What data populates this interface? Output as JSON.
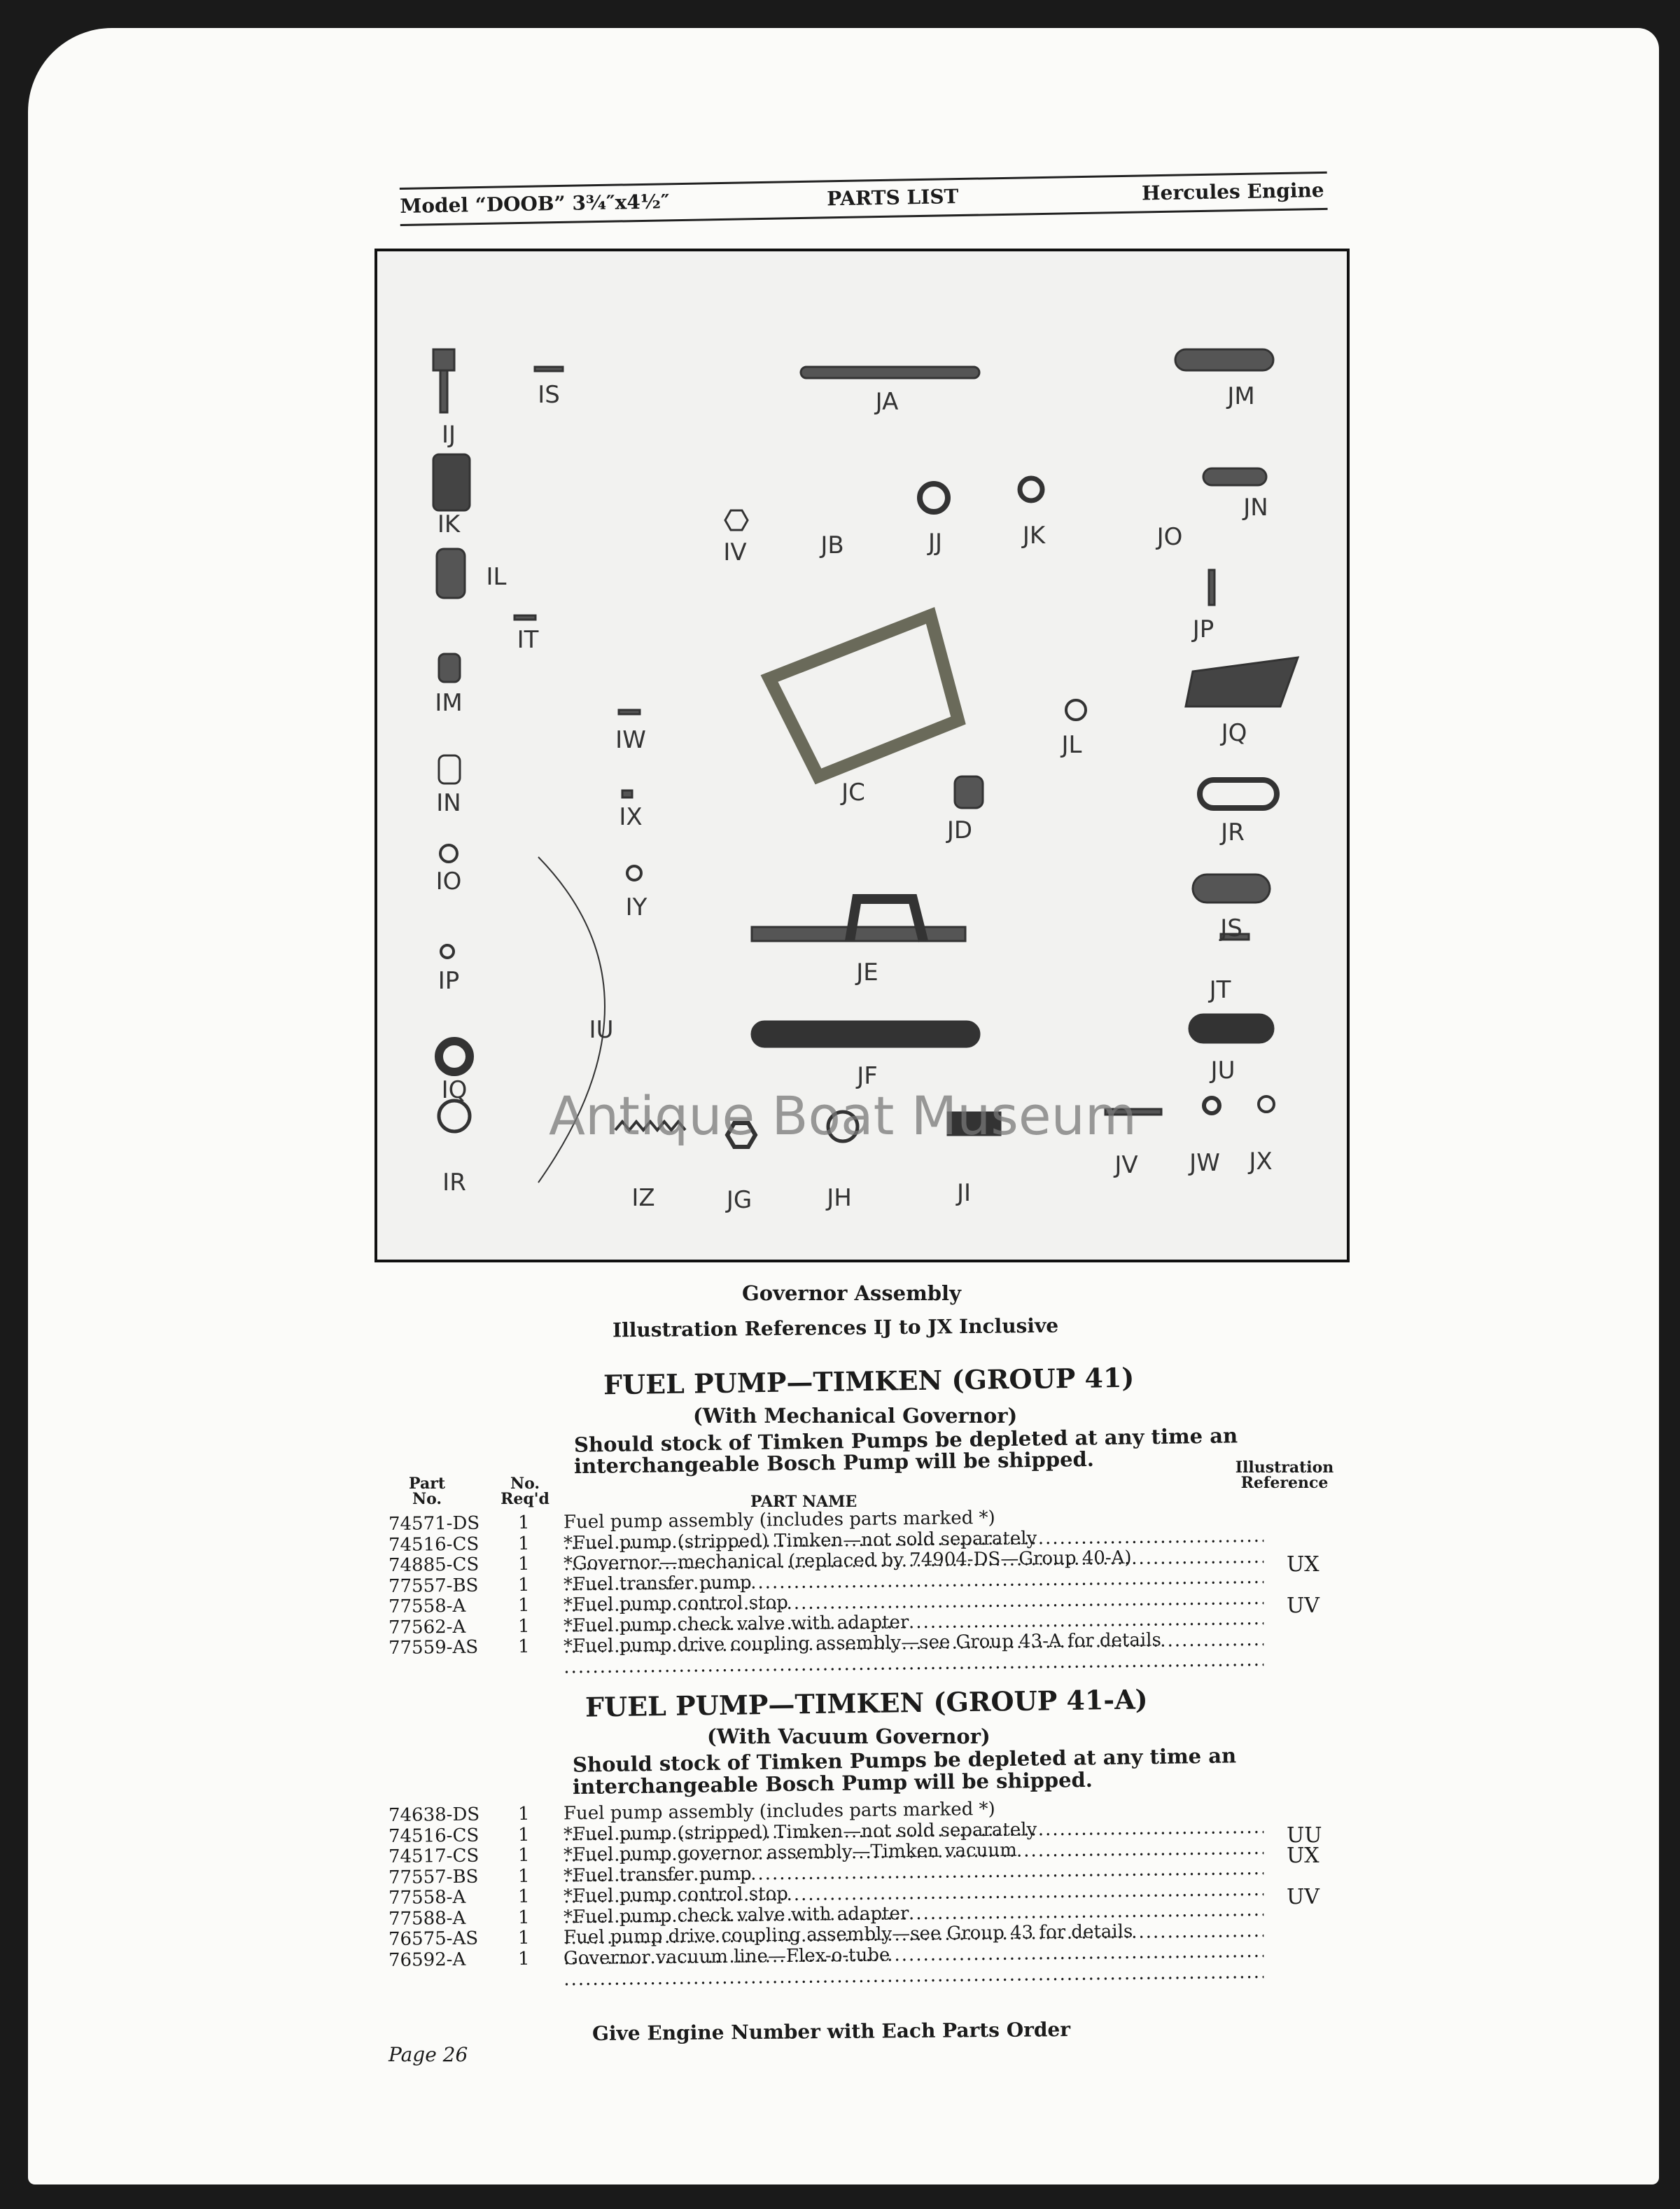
{
  "header": {
    "model": "Model “DOOB” 3¾″x4½″",
    "title": "PARTS LIST",
    "engine": "Hercules Engine"
  },
  "illustration": {
    "labels": [
      "IJ",
      "IS",
      "JA",
      "JM",
      "IK",
      "IV",
      "JB",
      "JJ",
      "JK",
      "JO",
      "JN",
      "IL",
      "IT",
      "JP",
      "IM",
      "IW",
      "JQ",
      "JL",
      "IN",
      "IX",
      "JC",
      "JD",
      "JR",
      "IO",
      "IY",
      "JS",
      "IP",
      "JE",
      "JT",
      "IU",
      "JF",
      "JU",
      "IQ",
      "IR",
      "IZ",
      "JG",
      "JH",
      "JI",
      "JV",
      "JW",
      "JX"
    ],
    "watermark": "Antique Boat Museum",
    "caption": "Governor Assembly",
    "references": "Illustration References IJ to JX Inclusive"
  },
  "columns": {
    "part_no": "Part No.",
    "req": "No. Req'd",
    "part_name": "PART NAME",
    "ref": "Illustration Reference"
  },
  "group41": {
    "title": "FUEL PUMP—TIMKEN (GROUP 41)",
    "subtitle": "(With Mechanical Governor)",
    "note1": "Should stock of Timken Pumps be depleted at any time an",
    "note2": "interchangeable Bosch Pump will be shipped.",
    "rows": [
      {
        "part": "74571-DS",
        "req": "1",
        "name": "Fuel pump assembly (includes parts marked *)",
        "ref": ""
      },
      {
        "part": "74516-CS",
        "req": "1",
        "name": "*Fuel pump (stripped) Timken—not sold separately",
        "ref": ""
      },
      {
        "part": "74885-CS",
        "req": "1",
        "name": "*Governor—mechanical (replaced by 74904-DS—Group 40-A)",
        "ref": "UX"
      },
      {
        "part": "77557-BS",
        "req": "1",
        "name": "*Fuel transfer pump",
        "ref": ""
      },
      {
        "part": "77558-A",
        "req": "1",
        "name": "*Fuel pump control stop",
        "ref": "UV"
      },
      {
        "part": "77562-A",
        "req": "1",
        "name": "*Fuel pump check valve with adapter",
        "ref": ""
      },
      {
        "part": "77559-AS",
        "req": "1",
        "name": "*Fuel pump drive coupling assembly—see Group 43-A for details",
        "ref": ""
      }
    ]
  },
  "group41a": {
    "title": "FUEL PUMP—TIMKEN (GROUP 41-A)",
    "subtitle": "(With Vacuum Governor)",
    "note1": "Should stock of Timken Pumps be depleted at any time an",
    "note2": "interchangeable Bosch Pump will be shipped.",
    "rows": [
      {
        "part": "74638-DS",
        "req": "1",
        "name": "Fuel pump assembly (includes parts marked *)",
        "ref": ""
      },
      {
        "part": "74516-CS",
        "req": "1",
        "name": "*Fuel pump (stripped) Timken—not sold separately",
        "ref": "UU"
      },
      {
        "part": "74517-CS",
        "req": "1",
        "name": "*Fuel pump governor assembly—Timken vacuum",
        "ref": "UX"
      },
      {
        "part": "77557-BS",
        "req": "1",
        "name": "*Fuel transfer pump",
        "ref": ""
      },
      {
        "part": "77558-A",
        "req": "1",
        "name": "*Fuel pump control stop",
        "ref": "UV"
      },
      {
        "part": "77588-A",
        "req": "1",
        "name": "*Fuel pump check valve with adapter",
        "ref": ""
      },
      {
        "part": "76575-AS",
        "req": "1",
        "name": "Fuel pump drive coupling assembly—see Group 43 for details",
        "ref": ""
      },
      {
        "part": "76592-A",
        "req": "1",
        "name": "Governor vacuum line—Flex-o-tube",
        "ref": ""
      }
    ]
  },
  "footer": {
    "notice": "Give Engine Number with Each Parts Order",
    "page": "Page 26"
  }
}
